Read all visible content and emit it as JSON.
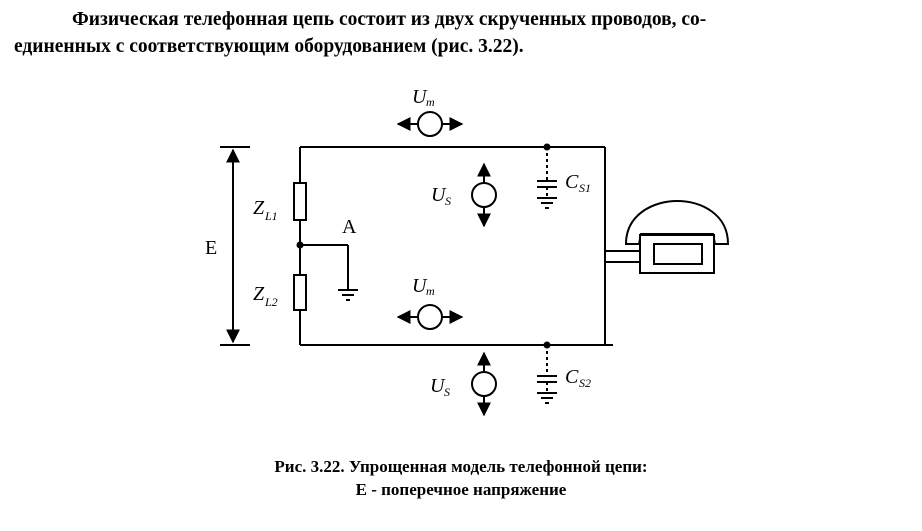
{
  "paragraph": {
    "line1": "Физическая телефонная цепь состоит из двух скрученных проводов, со-",
    "line2": "единенных с соответствующим оборудованием (рис. 3.22)."
  },
  "figure": {
    "labels": {
      "E": "E",
      "A": "A",
      "Z": "Z",
      "ZL1_sub": "L1",
      "ZL2_sub": "L2",
      "U": "U",
      "m_sub": "m",
      "S_sub": "S",
      "C": "C",
      "CS1_sub": "S1",
      "CS2_sub": "S2"
    }
  },
  "caption": {
    "line1": "Рис. 3.22. Упрощенная модель телефонной цепи:",
    "line2": "E - поперечное напряжение"
  }
}
